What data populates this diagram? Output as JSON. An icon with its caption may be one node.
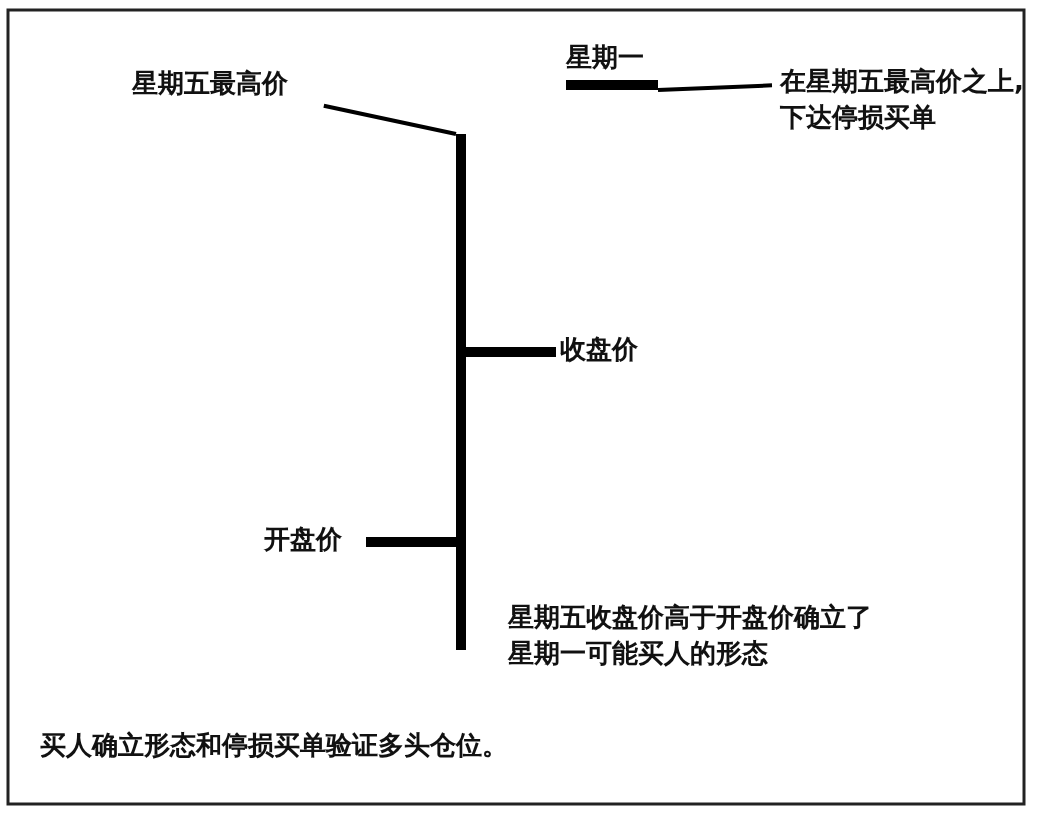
{
  "diagram": {
    "nodes": [
      {
        "text": [
          "星期五最高价"
        ]
      },
      {
        "text": [],
        "shape": "bar"
      },
      {
        "text": [],
        "shape": "bar"
      },
      {
        "text": [
          "在星期五最高价之上,下达停损买单"
        ]
      }
    ],
    "edges": [
      {
        "from": 0,
        "to": 1,
        "arrow": "none"
      },
      {
        "from": 3,
        "to": 2,
        "arrow": "none"
      }
    ],
    "labels": [
      "星期一",
      "收盘价",
      "开盘价",
      "星期五收盘价高于开盘价确立了星期一可能买人的形态",
      "买人确立形态和停损买单验证多头仓位。"
    ]
  }
}
